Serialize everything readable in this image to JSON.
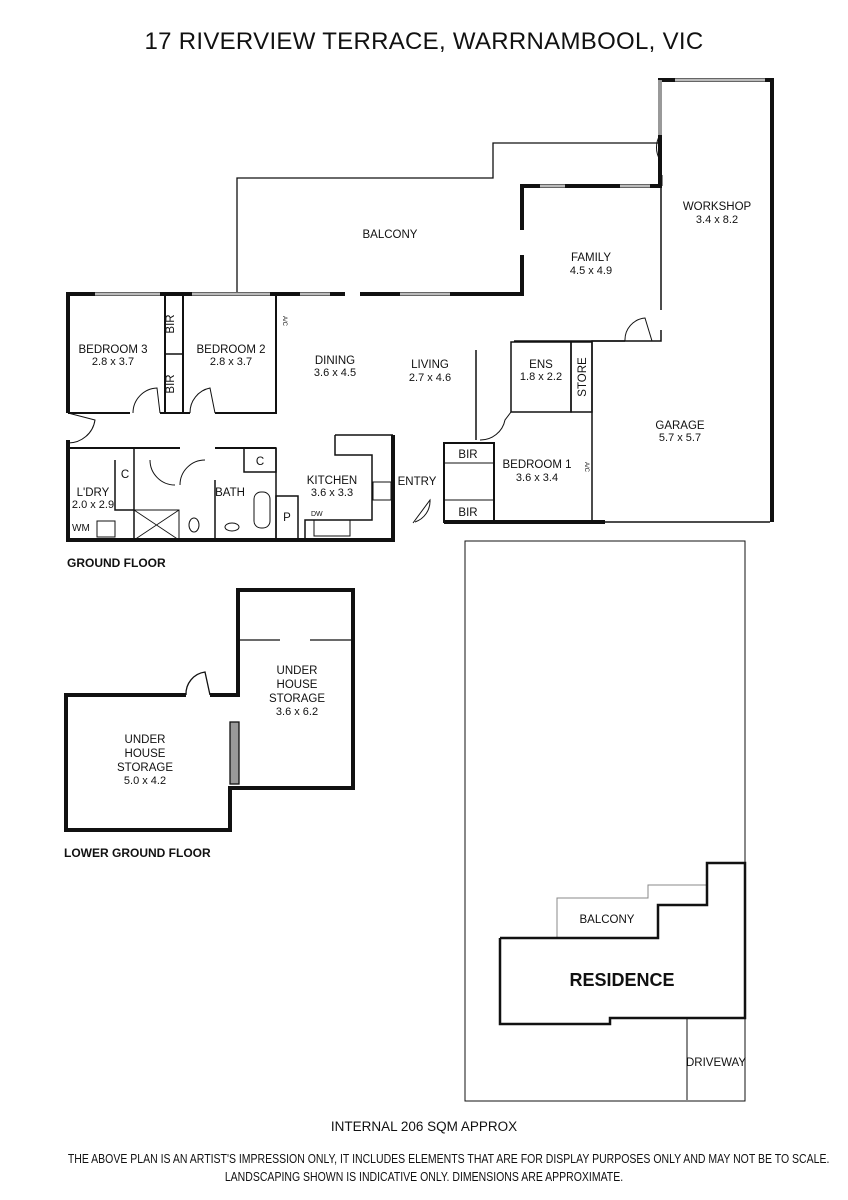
{
  "title": "17 RIVERVIEW TERRACE, WARRNAMBOOL, VIC",
  "ground_floor": {
    "label": "GROUND FLOOR",
    "rooms": [
      {
        "name": "BALCONY",
        "dims": ""
      },
      {
        "name": "WORKSHOP",
        "dims": "3.4 x 8.2"
      },
      {
        "name": "FAMILY",
        "dims": "4.5 x 4.9"
      },
      {
        "name": "BEDROOM 3",
        "dims": "2.8 x 3.7"
      },
      {
        "name": "BEDROOM 2",
        "dims": "2.8 x 3.7"
      },
      {
        "name": "DINING",
        "dims": "3.6 x 4.5"
      },
      {
        "name": "LIVING",
        "dims": "2.7 x 4.6"
      },
      {
        "name": "ENS",
        "dims": "1.8 x 2.2"
      },
      {
        "name": "GARAGE",
        "dims": "5.7 x 5.7"
      },
      {
        "name": "KITCHEN",
        "dims": "3.6 x 3.3"
      },
      {
        "name": "BEDROOM 1",
        "dims": "3.6 x 3.4"
      },
      {
        "name": "L'DRY",
        "dims": "2.0 x 2.9"
      }
    ],
    "small_labels": {
      "bir": "BIR",
      "c": "C",
      "bath": "BATH",
      "p": "P",
      "entry": "ENTRY",
      "store": "STORE",
      "wm": "WM",
      "dw": "DW",
      "ac": "A/C"
    }
  },
  "lower_ground_floor": {
    "label": "LOWER GROUND FLOOR",
    "rooms": [
      {
        "name": [
          "UNDER",
          "HOUSE",
          "STORAGE"
        ],
        "dims": "3.6 x 6.2"
      },
      {
        "name": [
          "UNDER",
          "HOUSE",
          "STORAGE"
        ],
        "dims": "5.0 x 4.2"
      }
    ]
  },
  "site_plan": {
    "balcony": "BALCONY",
    "residence": "RESIDENCE",
    "driveway": "DRIVEWAY"
  },
  "internal_area": "INTERNAL 206 SQM APPROX",
  "disclaimer": [
    "THE ABOVE PLAN IS AN ARTIST'S IMPRESSION ONLY, IT INCLUDES ELEMENTS THAT ARE FOR DISPLAY PURPOSES ONLY AND MAY NOT BE TO SCALE.",
    "LANDSCAPING SHOWN IS INDICATIVE ONLY. DIMENSIONS ARE APPROXIMATE."
  ]
}
